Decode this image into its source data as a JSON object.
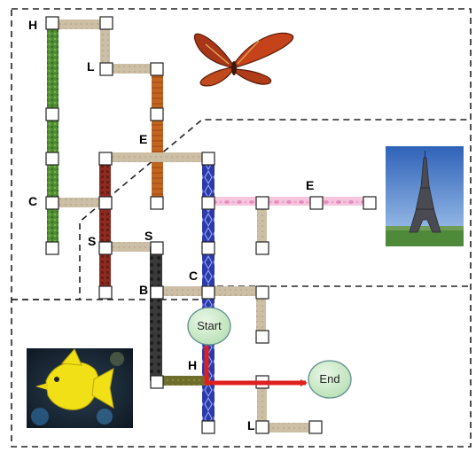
{
  "labels": {
    "h_top": "H",
    "l_top": "L",
    "e_mid": "E",
    "c_left": "C",
    "e_right": "E",
    "s_left": "S",
    "s_right": "S",
    "c_mid": "C",
    "b_mid": "B",
    "h_bottom": "H",
    "l_bottom": "L"
  },
  "start_label": "Start",
  "end_label": "End",
  "route_colors": {
    "H": "#3f7a2a",
    "L": "#b85c1f",
    "E": "#e87fb8",
    "C": "#2a35a8",
    "S": "#8a2a22",
    "B": "#2d2d2d",
    "link": "#c8bca3",
    "olive": "#6b6a2a",
    "path": "#e02020"
  },
  "images": [
    "butterfly",
    "eiffel-tower",
    "yellow-fish"
  ]
}
